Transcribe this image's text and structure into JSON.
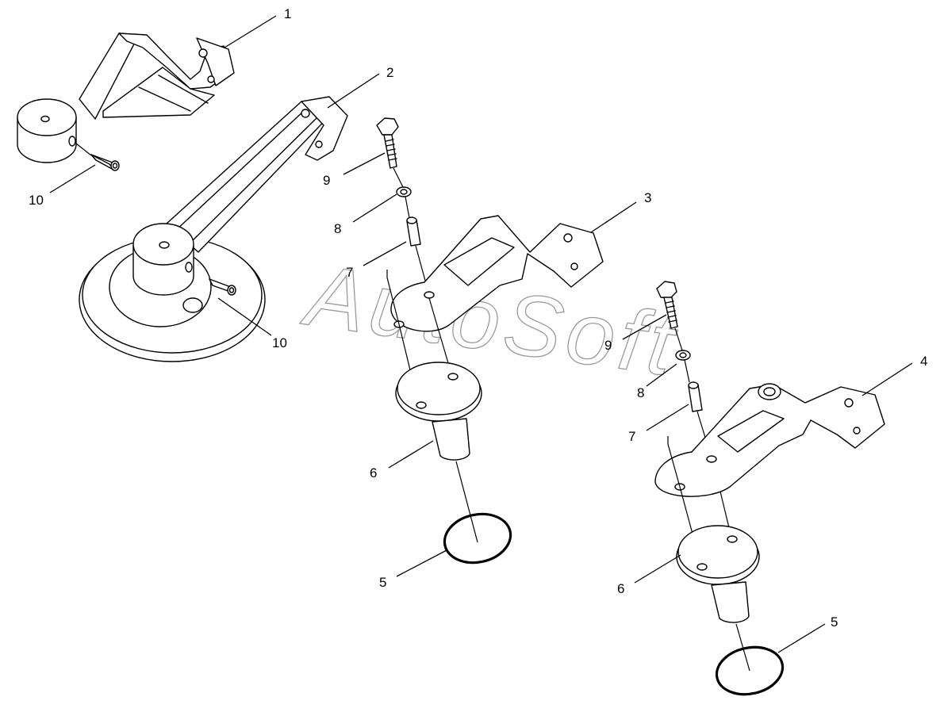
{
  "diagram": {
    "callouts": [
      {
        "id": "c1",
        "label": "1"
      },
      {
        "id": "c2",
        "label": "2"
      },
      {
        "id": "c3",
        "label": "3"
      },
      {
        "id": "c4",
        "label": "4"
      },
      {
        "id": "c5a",
        "label": "5"
      },
      {
        "id": "c5b",
        "label": "5"
      },
      {
        "id": "c6a",
        "label": "6"
      },
      {
        "id": "c6b",
        "label": "6"
      },
      {
        "id": "c7a",
        "label": "7"
      },
      {
        "id": "c7b",
        "label": "7"
      },
      {
        "id": "c8a",
        "label": "8"
      },
      {
        "id": "c8b",
        "label": "8"
      },
      {
        "id": "c9a",
        "label": "9"
      },
      {
        "id": "c9b",
        "label": "9"
      },
      {
        "id": "c10a",
        "label": "10"
      },
      {
        "id": "c10b",
        "label": "10"
      }
    ],
    "watermark": "AutoSoft"
  }
}
